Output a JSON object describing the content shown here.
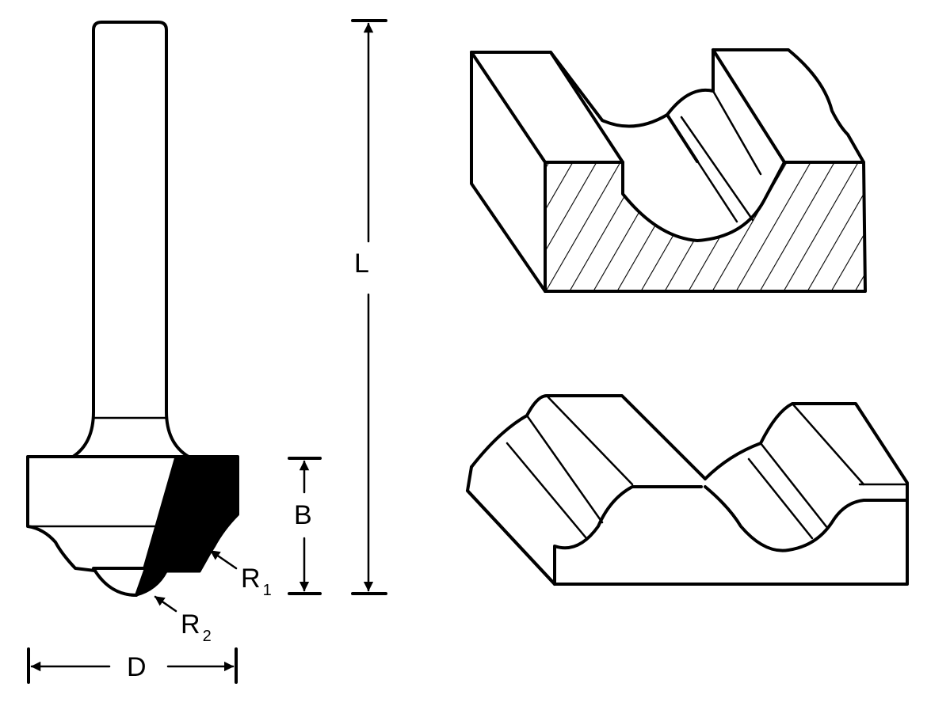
{
  "labels": {
    "length": "L",
    "cut_height": "B",
    "diameter": "D",
    "radius_1": {
      "letter": "R",
      "index": "1"
    },
    "radius_2": {
      "letter": "R",
      "index": "2"
    }
  },
  "colors": {
    "ink": "#000000",
    "paper": "#ffffff"
  }
}
